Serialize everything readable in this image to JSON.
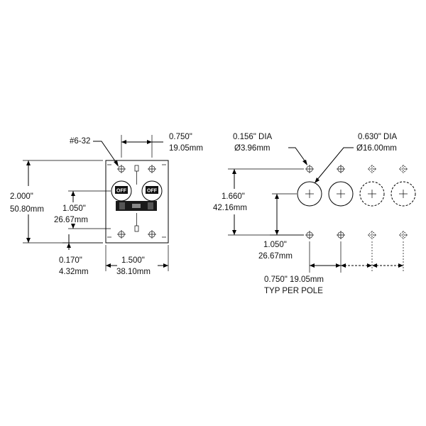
{
  "left_view": {
    "screw_label": "#6-32",
    "pole_width_in": "0.750\"",
    "pole_width_mm": "19.05mm",
    "height_in": "2.000\"",
    "height_mm": "50.80mm",
    "handle_in": "1.050\"",
    "handle_mm": "26.67mm",
    "offset_in": "0.170\"",
    "offset_mm": "4.32mm",
    "width_in": "1.500\"",
    "width_mm": "38.10mm",
    "switch_label_1": "OFF",
    "switch_label_2": "OFF"
  },
  "right_view": {
    "small_hole_in": "0.156\" DIA",
    "small_hole_mm": "Ø3.96mm",
    "large_hole_in": "0.630\" DIA",
    "large_hole_mm": "Ø16.00mm",
    "vertical_in": "1.660\"",
    "vertical_mm": "42.16mm",
    "spacing_in": "1.050\"",
    "spacing_mm": "26.67mm",
    "pitch_label": "0.750\" 19.05mm",
    "pitch_note": "TYP PER POLE"
  }
}
